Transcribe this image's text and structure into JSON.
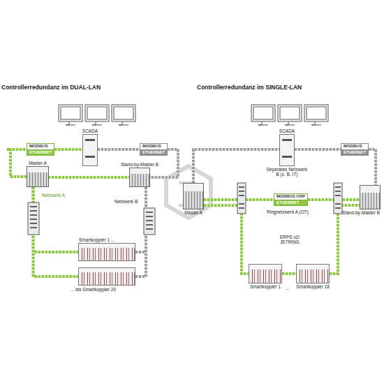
{
  "diagram": {
    "nodes": [
      {
        "text": [
          "SCADA"
        ]
      },
      {
        "text": [
          "MODBUS",
          "ETHERNET"
        ]
      },
      {
        "text": [
          "MODBUS",
          "ETHERNET"
        ]
      },
      {
        "text": [
          "Master A"
        ]
      },
      {
        "text": [
          "Stand-by-Master B"
        ]
      },
      {
        "text": [
          "Smartkoppler 1 ..."
        ]
      },
      {
        "text": [
          "... bis Smartkoppler 20"
        ]
      },
      {
        "text": [
          "SCADA"
        ]
      },
      {
        "text": [
          "MODBUS",
          "ETHERNET"
        ]
      },
      {
        "text": [
          "Master A"
        ]
      },
      {
        "text": [
          "MODBUS UDP",
          "ETHERNET"
        ]
      },
      {
        "text": [
          "Stand-by-Master B"
        ]
      },
      {
        "text": [
          "Smartkoppler 1"
        ]
      },
      {
        "text": [
          "Smartkoppler 18"
        ]
      }
    ],
    "edges": [
      {
        "from": 3,
        "to": 1,
        "arrow": "none"
      },
      {
        "from": 1,
        "to": 0,
        "arrow": "none"
      },
      {
        "from": 0,
        "to": 2,
        "arrow": "none"
      },
      {
        "from": 2,
        "to": 4,
        "arrow": "none"
      },
      {
        "from": 3,
        "to": 4,
        "arrow": "none"
      },
      {
        "from": 3,
        "to": 5,
        "arrow": "none"
      },
      {
        "from": 3,
        "to": 6,
        "arrow": "none"
      },
      {
        "from": 4,
        "to": 5,
        "arrow": "none"
      },
      {
        "from": 4,
        "to": 6,
        "arrow": "none"
      },
      {
        "from": 9,
        "to": 7,
        "arrow": "none"
      },
      {
        "from": 7,
        "to": 8,
        "arrow": "none"
      },
      {
        "from": 8,
        "to": 11,
        "arrow": "none"
      },
      {
        "from": 9,
        "to": 10,
        "arrow": "none"
      },
      {
        "from": 10,
        "to": 11,
        "arrow": "none"
      },
      {
        "from": 9,
        "to": 12,
        "arrow": "none"
      },
      {
        "from": 12,
        "to": 13,
        "arrow": "none"
      },
      {
        "from": 13,
        "to": 11,
        "arrow": "none"
      }
    ],
    "labels": [
      "Controllerredundanz im DUAL-LAN",
      "Controllerredundanz im SINGLE-LAN",
      "Netzwerk A",
      "Netzwerk B",
      "Seperates Netzwerk B (z. B. IT)",
      "Ringnetzwerk A (OT)",
      "ERPS v2/ JETRING",
      "..."
    ]
  }
}
